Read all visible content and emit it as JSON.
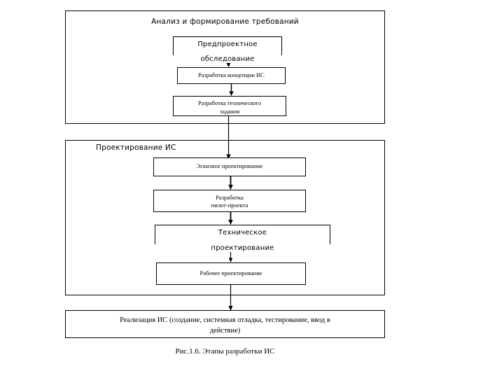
{
  "figure": {
    "caption": "Рис.1.6. Этапы разработки ИС"
  },
  "phases": [
    {
      "id": "analysis",
      "title": "Анализ и формирование требований",
      "steps": [
        {
          "id": "presurvey",
          "line1": "Предпроектное",
          "line2": "обследование"
        },
        {
          "id": "concept",
          "line1": "Разработка концепции ИС",
          "line2": ""
        },
        {
          "id": "tech-assignment",
          "line1": "Разработка технического",
          "line2": "задания"
        }
      ]
    },
    {
      "id": "design",
      "title": "Проектирование ИС",
      "steps": [
        {
          "id": "sketch-design",
          "line1": "Эскизное проектирование",
          "line2": ""
        },
        {
          "id": "pilot-project",
          "line1": "Разработка",
          "line2": "пилот-проекта"
        },
        {
          "id": "technical-design",
          "line1": "Техническое",
          "line2": "проектирование"
        },
        {
          "id": "working-design",
          "line1": "Рабочее проектирование",
          "line2": ""
        }
      ]
    },
    {
      "id": "implementation",
      "title": "",
      "steps": [
        {
          "id": "realization",
          "line1": "Реализация ИС (создание, системная отладка, тестирование, ввод в",
          "line2": "действие)"
        }
      ]
    }
  ],
  "colors": {
    "stroke": "#000000",
    "background": "#ffffff",
    "text": "#000000"
  }
}
